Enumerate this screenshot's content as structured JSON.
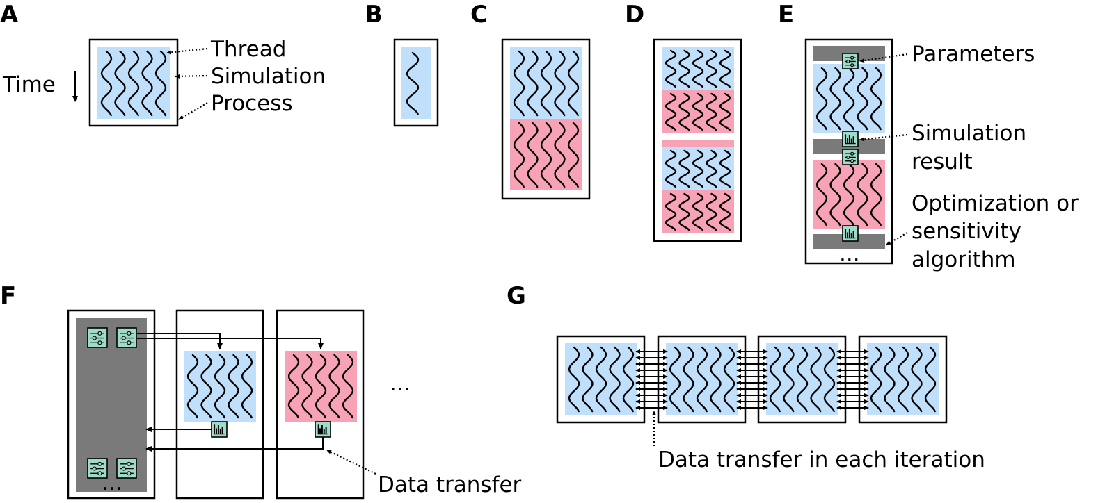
{
  "panels": {
    "A": "A",
    "B": "B",
    "C": "C",
    "D": "D",
    "E": "E",
    "F": "F",
    "G": "G"
  },
  "panel_a": {
    "time_label": "Time",
    "thread_label": "Thread",
    "simulation_label": "Simulation",
    "process_label": "Process"
  },
  "panel_e": {
    "parameters_label": "Parameters",
    "simulation_result_line1": "Simulation",
    "simulation_result_line2": "result",
    "algorithm_line1": "Optimization or",
    "algorithm_line2": "sensitivity",
    "algorithm_line3": "algorithm",
    "ellipsis": "..."
  },
  "panel_f": {
    "ellipsis_right": "...",
    "ellipsis_gray": "...",
    "data_transfer_label": "Data transfer"
  },
  "panel_g": {
    "data_transfer_label": "Data transfer in each iteration"
  },
  "colors": {
    "simulation_blue": "#bfdffa",
    "simulation_red": "#f8a3b5",
    "algorithm_gray": "#7a7a7a",
    "icon_teal": "#9fdbc9"
  },
  "icons": [
    "parameters-sliders-icon",
    "result-chart-icon",
    "time-arrow-icon"
  ]
}
